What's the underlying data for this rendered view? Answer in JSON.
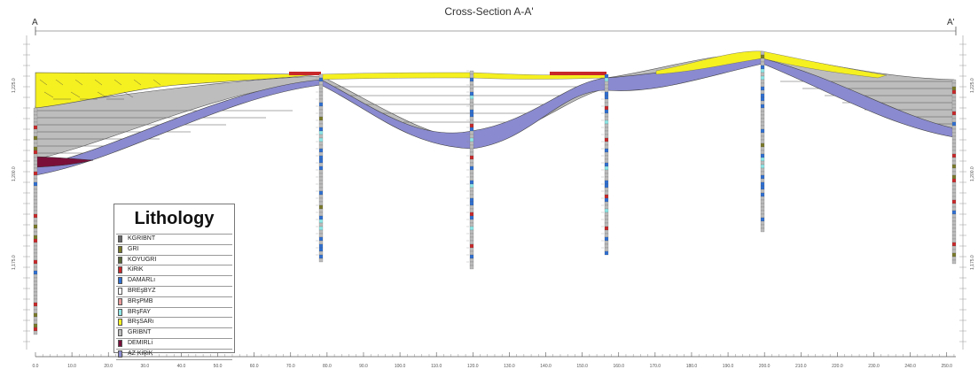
{
  "title": "Cross-Section A-A'",
  "section_ends": {
    "left": "A",
    "right": "A'"
  },
  "legend": {
    "title": "Lithology",
    "items": [
      {
        "label": "KGRIBNT",
        "color": "#6a6a6a"
      },
      {
        "label": "GRI",
        "color": "#7a7a2a"
      },
      {
        "label": "KOYUGRI",
        "color": "#5a6a3a"
      },
      {
        "label": "KiRiK",
        "color": "#c8282a"
      },
      {
        "label": "DAMARLı",
        "color": "#2f6fd1"
      },
      {
        "label": "BREşBYZ",
        "color": "#ffffff"
      },
      {
        "label": "BRşPMB",
        "color": "#e89a9a"
      },
      {
        "label": "BRşFAY",
        "color": "#8fe6e6"
      },
      {
        "label": "BRşSARı",
        "color": "#f5f020"
      },
      {
        "label": "GRIBNT",
        "color": "#bcbcbc"
      },
      {
        "label": "DEMIRLi",
        "color": "#7a0f3a"
      },
      {
        "label": "AZ KiRiK",
        "color": "#8a8ad0"
      }
    ]
  },
  "x_axis": {
    "labels": [
      "0.0",
      "10.0",
      "20.0",
      "30.0",
      "40.0",
      "50.0",
      "60.0",
      "70.0",
      "80.0",
      "90.0",
      "100.0",
      "110.0",
      "120.0",
      "130.0",
      "140.0",
      "150.0",
      "160.0",
      "170.0",
      "180.0",
      "190.0",
      "200.0",
      "210.0",
      "220.0",
      "230.0",
      "240.0",
      "250.0"
    ]
  },
  "y_axis": {
    "labels": [
      "1,225.0",
      "1,200.0",
      "1,175.0"
    ]
  },
  "colors": {
    "fill_yellow": "#f5f020",
    "fill_gray": "#bdbdbd",
    "fill_blue": "#8a8ad0",
    "fill_maroon": "#7a0f3a",
    "fill_red": "#c8282a"
  }
}
